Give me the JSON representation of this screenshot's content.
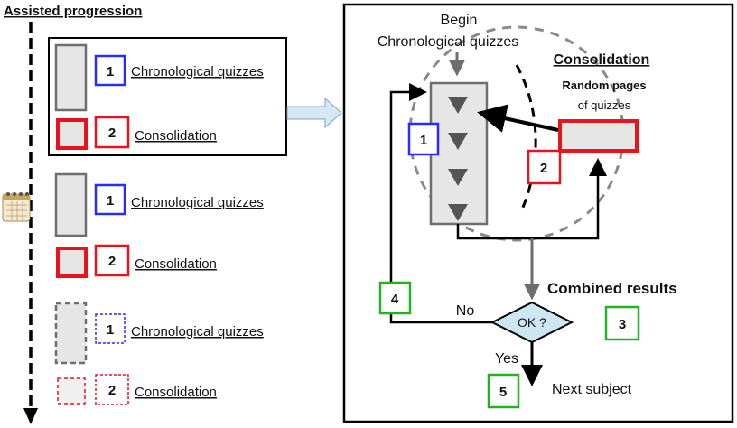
{
  "left": {
    "title": "Assisted progression",
    "groups": [
      {
        "num1": "1",
        "label1": "Chronological quizzes",
        "num2": "2",
        "label2": "Consolidation"
      },
      {
        "num1": "1",
        "label1": "Chronological quizzes",
        "num2": "2",
        "label2": "Consolidation"
      },
      {
        "num1": "1",
        "label1": "Chronological quizzes",
        "num2": "2",
        "label2": "Consolidation"
      }
    ]
  },
  "right": {
    "begin": "Begin",
    "chrono": "Chronological quizzes",
    "consolidation_title": "Consolidation",
    "random_pages": "Random pages",
    "of_quizzes": "of quizzes",
    "num1": "1",
    "num2": "2",
    "num3": "3",
    "num4": "4",
    "num5": "5",
    "combined_results": "Combined results",
    "no": "No",
    "yes": "Yes",
    "ok": "OK ?",
    "next_subject": "Next subject"
  },
  "colors": {
    "blue": "#2b2bff",
    "red": "#e8141c",
    "green": "#22b322",
    "gray_fill": "#e6e6e6",
    "gray_stroke": "#6e6e6e",
    "diamond_fill": "#cde6f2",
    "arrow_fill": "#d7e8f5"
  }
}
